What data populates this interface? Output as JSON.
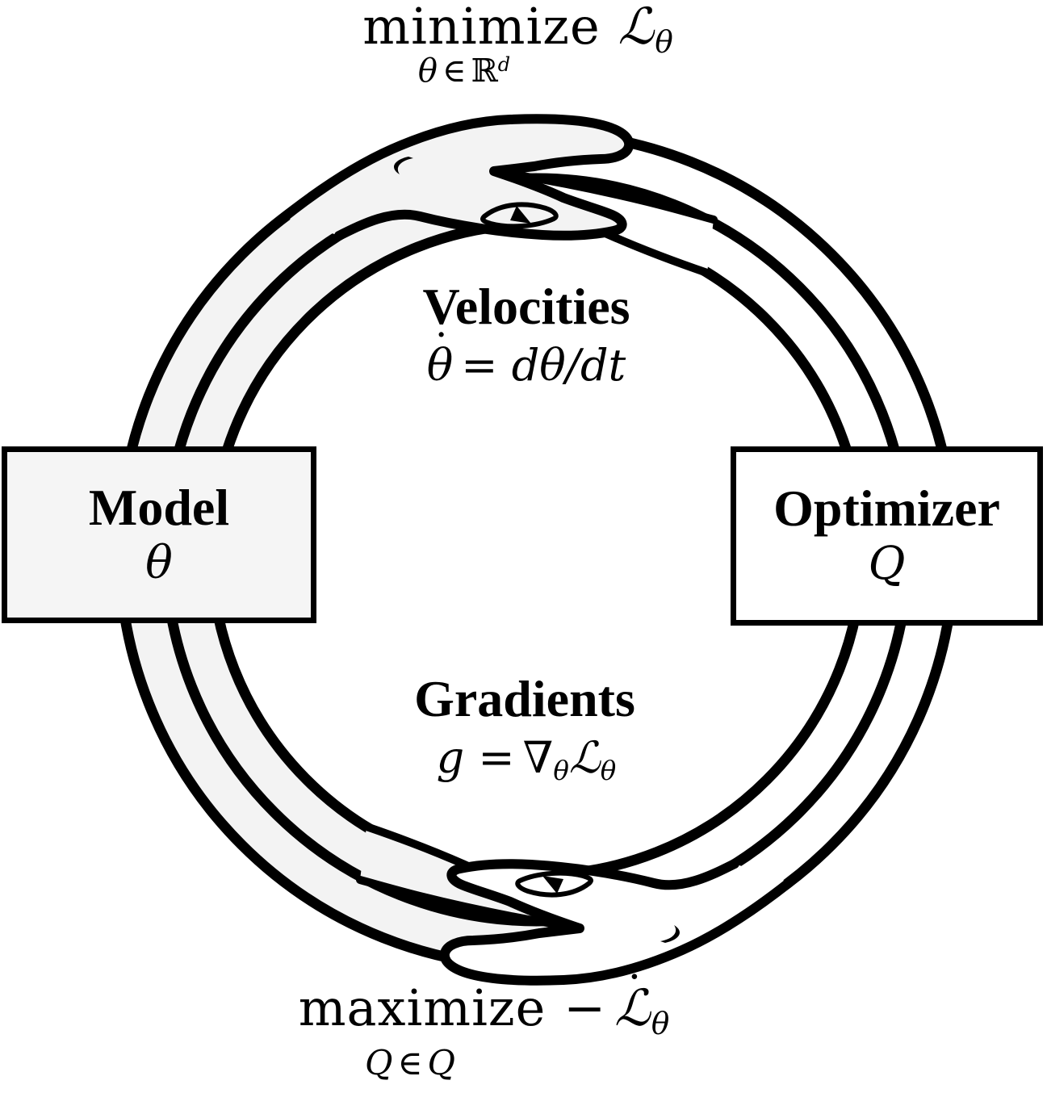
{
  "colors": {
    "ink": "#000000",
    "snake_gray": "#f3f3f3",
    "box_gray": "#f5f5f5",
    "paper": "#ffffff"
  },
  "top_objective": {
    "word": "minimize",
    "loss_symbol": "ℒ",
    "loss_subscript": "θ",
    "constraint": {
      "var": "θ",
      "element_of": "∈",
      "set": "ℝ",
      "set_superscript": "d"
    }
  },
  "velocities": {
    "title": "Velocities",
    "theta": "θ",
    "dot": "˙",
    "rest": "= dθ/dt"
  },
  "gradients": {
    "title": "Gradients",
    "lhs": "g =",
    "nabla": "∇",
    "nabla_subscript": "θ",
    "loss_symbol": "ℒ",
    "loss_subscript": "θ"
  },
  "model_box": {
    "title": "Model",
    "symbol": "θ"
  },
  "optimizer_box": {
    "title": "Optimizer",
    "symbol": "Q"
  },
  "bottom_objective": {
    "word": "maximize",
    "minus": "−",
    "loss_symbol": "ℒ",
    "dot": "˙",
    "loss_subscript": "θ",
    "constraint": {
      "var": "Q",
      "element_of": "∈",
      "set": "Q"
    }
  }
}
